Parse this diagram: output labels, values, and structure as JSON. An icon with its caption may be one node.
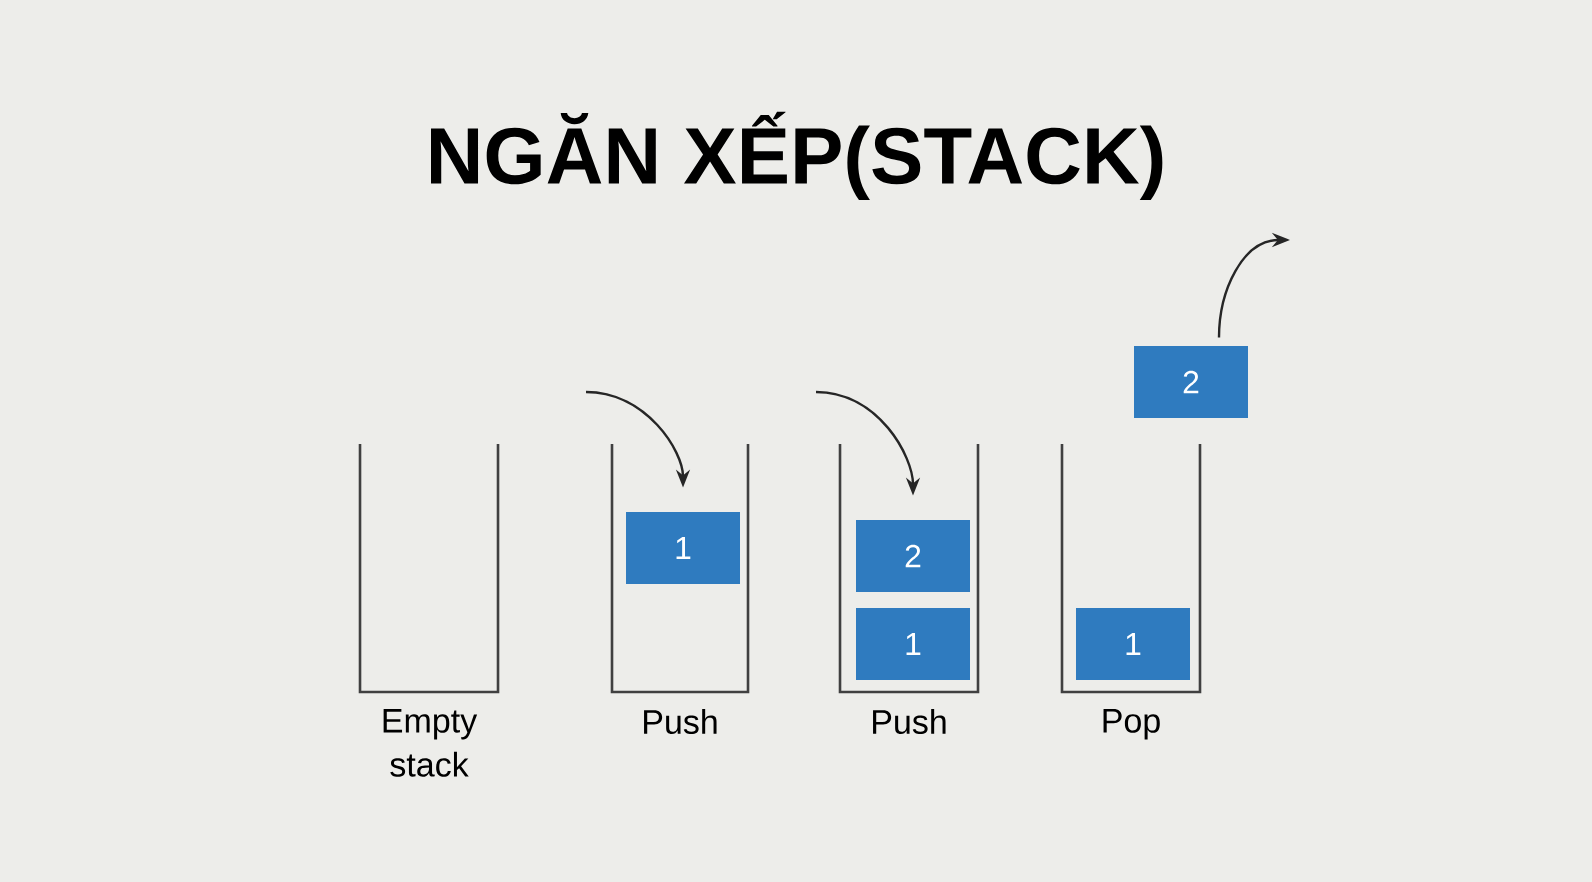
{
  "diagram": {
    "title": "NGĂN XẾP(STACK)",
    "nodes": [
      {
        "text": [
          "Empty stack"
        ]
      },
      {
        "text": [
          "Push"
        ]
      },
      {
        "text": [
          "1"
        ],
        "in": 1
      },
      {
        "text": [
          "Push"
        ]
      },
      {
        "text": [
          "2"
        ],
        "in": 3
      },
      {
        "text": [
          "1"
        ],
        "in": 3
      },
      {
        "text": [
          "Pop"
        ]
      },
      {
        "text": [
          "1"
        ],
        "in": 6
      },
      {
        "text": [
          "2"
        ]
      }
    ],
    "edges": [
      {
        "from": null,
        "to": 2,
        "arrow": "to"
      },
      {
        "from": null,
        "to": 4,
        "arrow": "to"
      },
      {
        "from": 8,
        "to": null,
        "arrow": "to"
      }
    ]
  }
}
